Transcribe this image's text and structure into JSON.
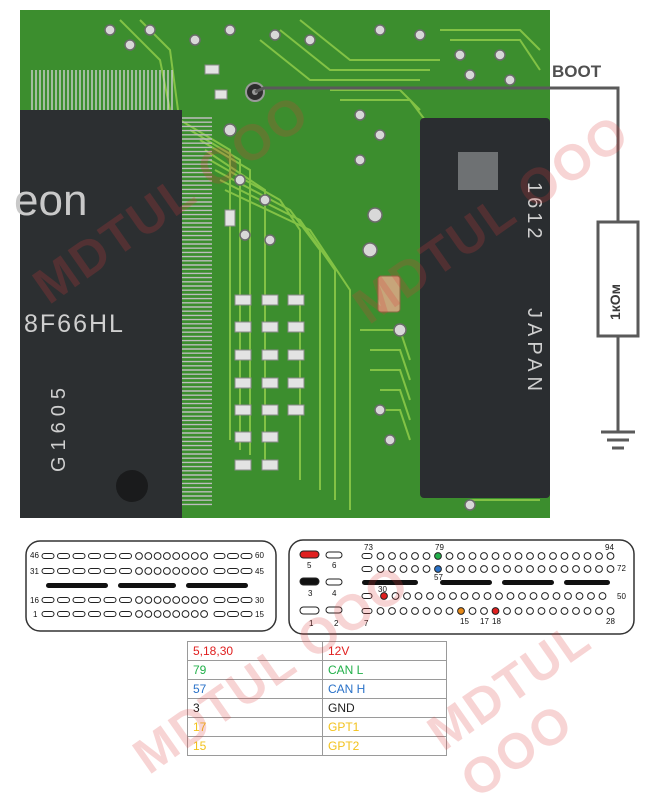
{
  "labels": {
    "boot": "BOOT",
    "resistor": "1кОм"
  },
  "chips": {
    "left_brand": "eon",
    "left_part": "8F66HL",
    "left_code": "G1605",
    "right_code": "1612",
    "right_origin": "JAPAN"
  },
  "connector_numbers": {
    "left": {
      "n46": "46",
      "n60": "60",
      "n31": "31",
      "n45": "45",
      "n16": "16",
      "n30": "30",
      "n1": "1",
      "n15": "15"
    },
    "right": {
      "n73": "73",
      "n79": "79",
      "n94": "94",
      "n5": "5",
      "n6": "6",
      "n57": "57",
      "n72": "72",
      "n3": "3",
      "n4": "4",
      "n30": "30",
      "n50": "50",
      "n15": "15",
      "n17": "17",
      "n18": "18",
      "n1": "1",
      "n2": "2",
      "n7": "7",
      "n28": "28"
    }
  },
  "pin_table": [
    {
      "pins": "5,18,30",
      "func": "12V",
      "color": "#e02020"
    },
    {
      "pins": "79",
      "func": "CAN L",
      "color": "#22b04a"
    },
    {
      "pins": "57",
      "func": "CAN H",
      "color": "#2a72c8"
    },
    {
      "pins": "3",
      "func": "GND",
      "color": "#202020"
    },
    {
      "pins": "17",
      "func": "GPT1",
      "color": "#f2c21b"
    },
    {
      "pins": "15",
      "func": "GPT2",
      "color": "#f2c21b"
    }
  ],
  "watermark": "MDTUL OOO",
  "colors": {
    "board": "#3c8e2e",
    "trace": "#8fcc4a",
    "chip": "#2c2f31",
    "wire": "#5a5a5a",
    "pin_red": "#e02020",
    "pin_green": "#22b04a",
    "pin_blue": "#2a72c8",
    "pin_orange": "#e88a1a",
    "pin_yellow": "#f2c21b"
  }
}
